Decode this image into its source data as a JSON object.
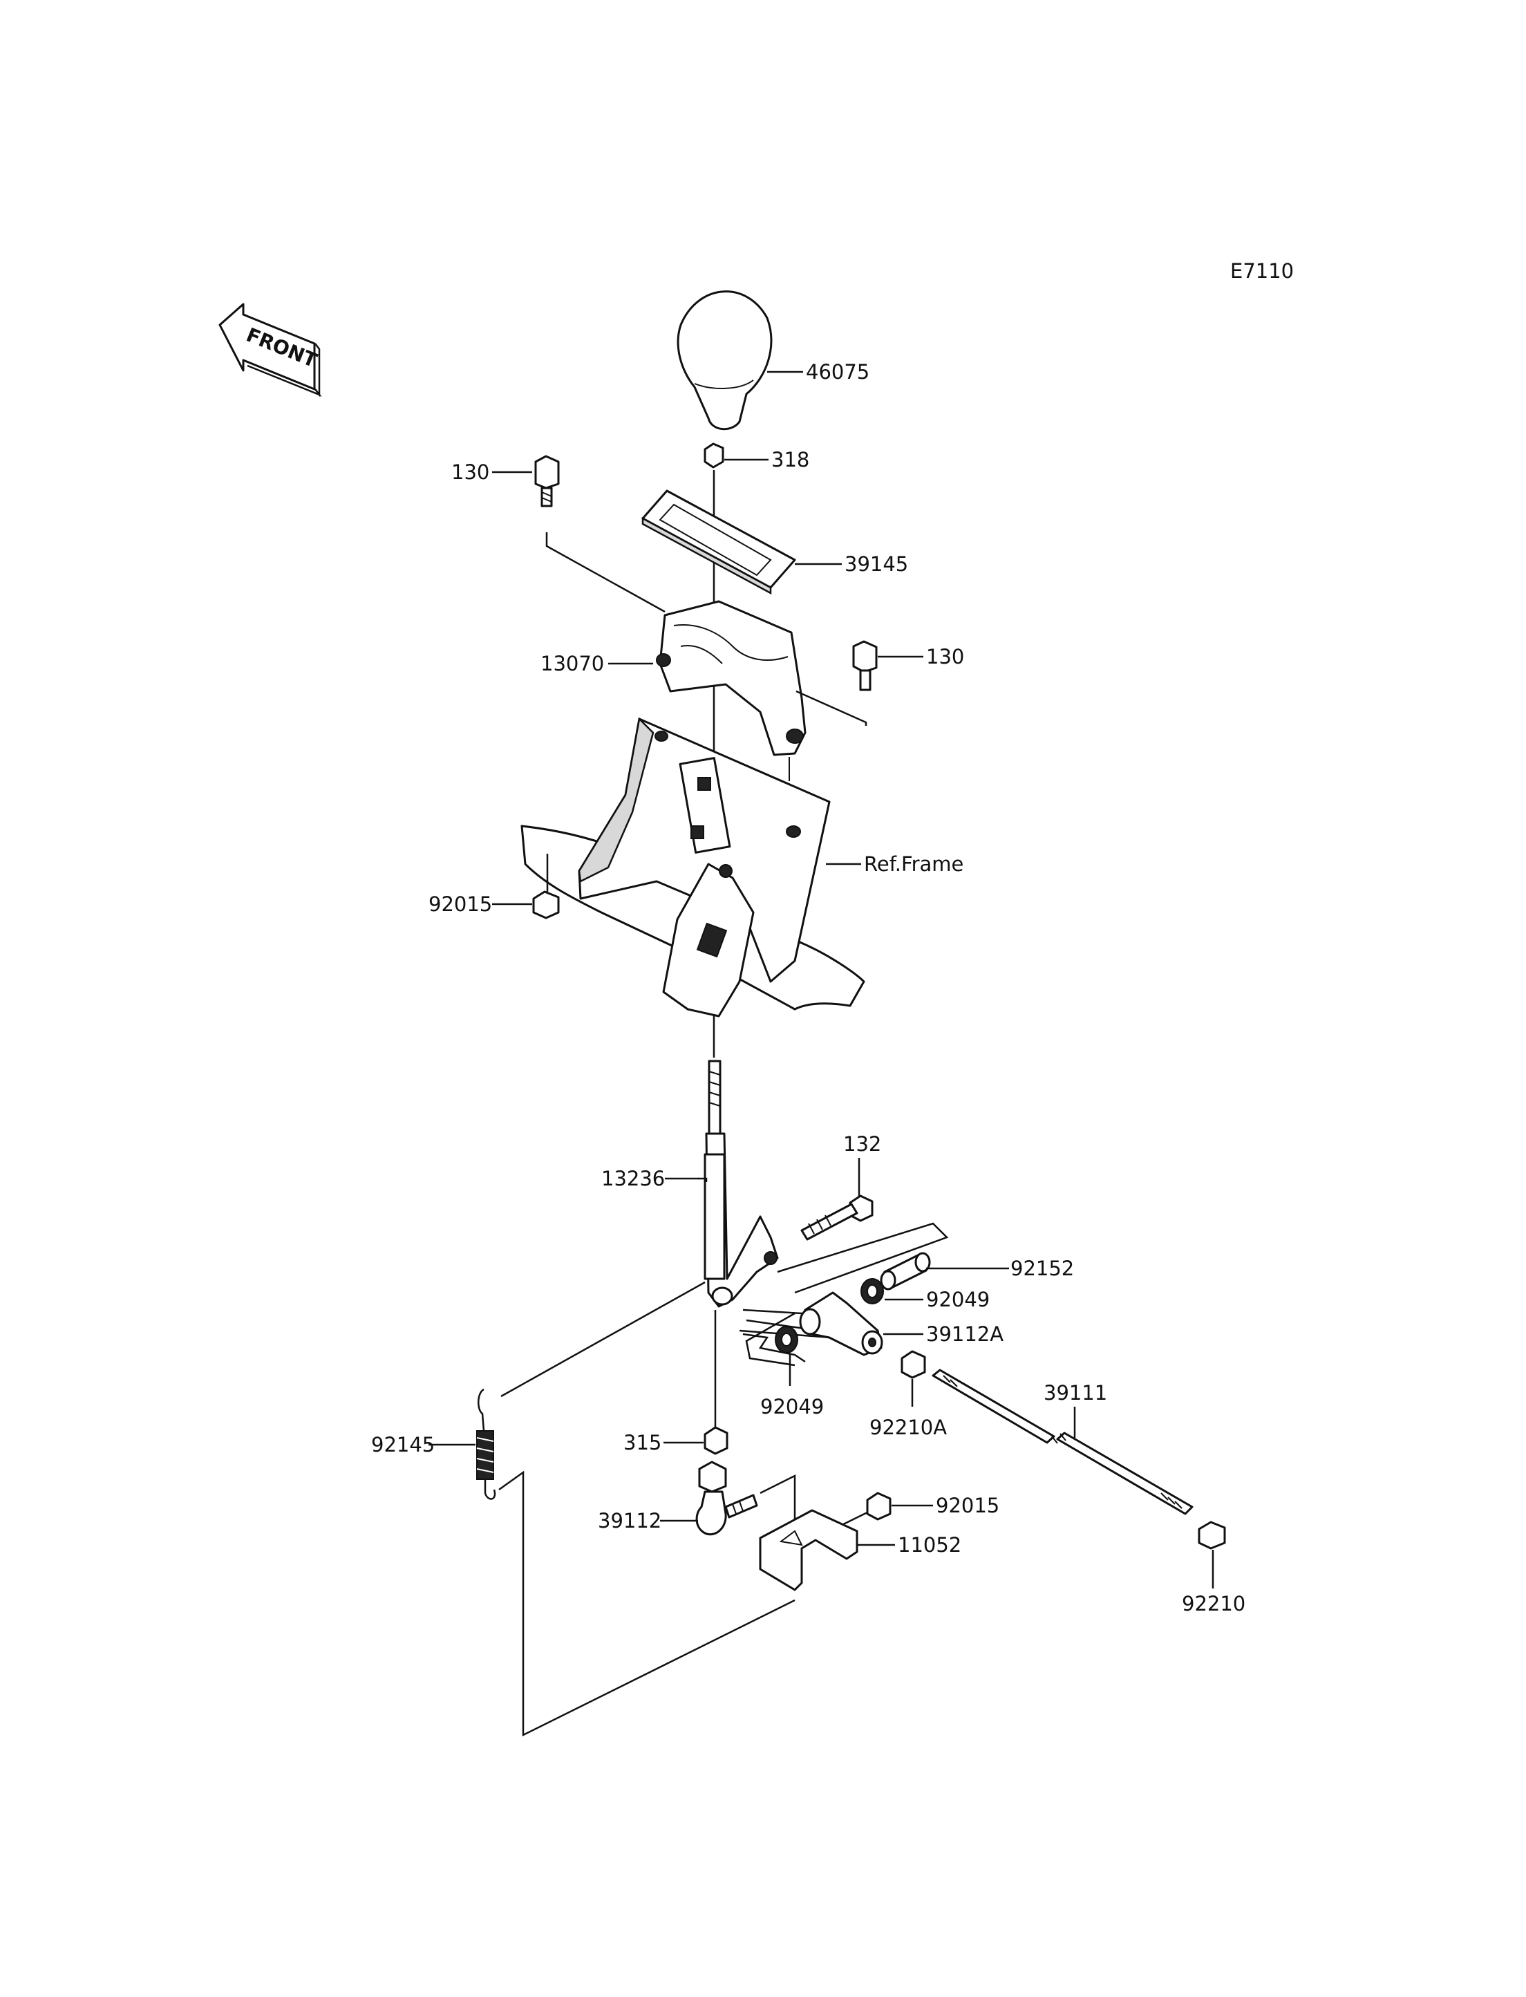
{
  "diagram_code": "E7110",
  "front_arrow": {
    "label": "FRONT"
  },
  "labels": {
    "p46075": "46075",
    "p318": "318",
    "p130_top": "130",
    "p39145": "39145",
    "p13070": "13070",
    "p130_right": "130",
    "p_ref_frame": "Ref.Frame",
    "p92015_left": "92015",
    "p132": "132",
    "p13236": "13236",
    "p92152": "92152",
    "p92049_right": "92049",
    "p39112A": "39112A",
    "p92049_left": "92049",
    "p92210A": "92210A",
    "p39111": "39111",
    "p92145": "92145",
    "p315": "315",
    "p92015_bottom": "92015",
    "p39112": "39112",
    "p11052": "11052",
    "p92210": "92210"
  }
}
